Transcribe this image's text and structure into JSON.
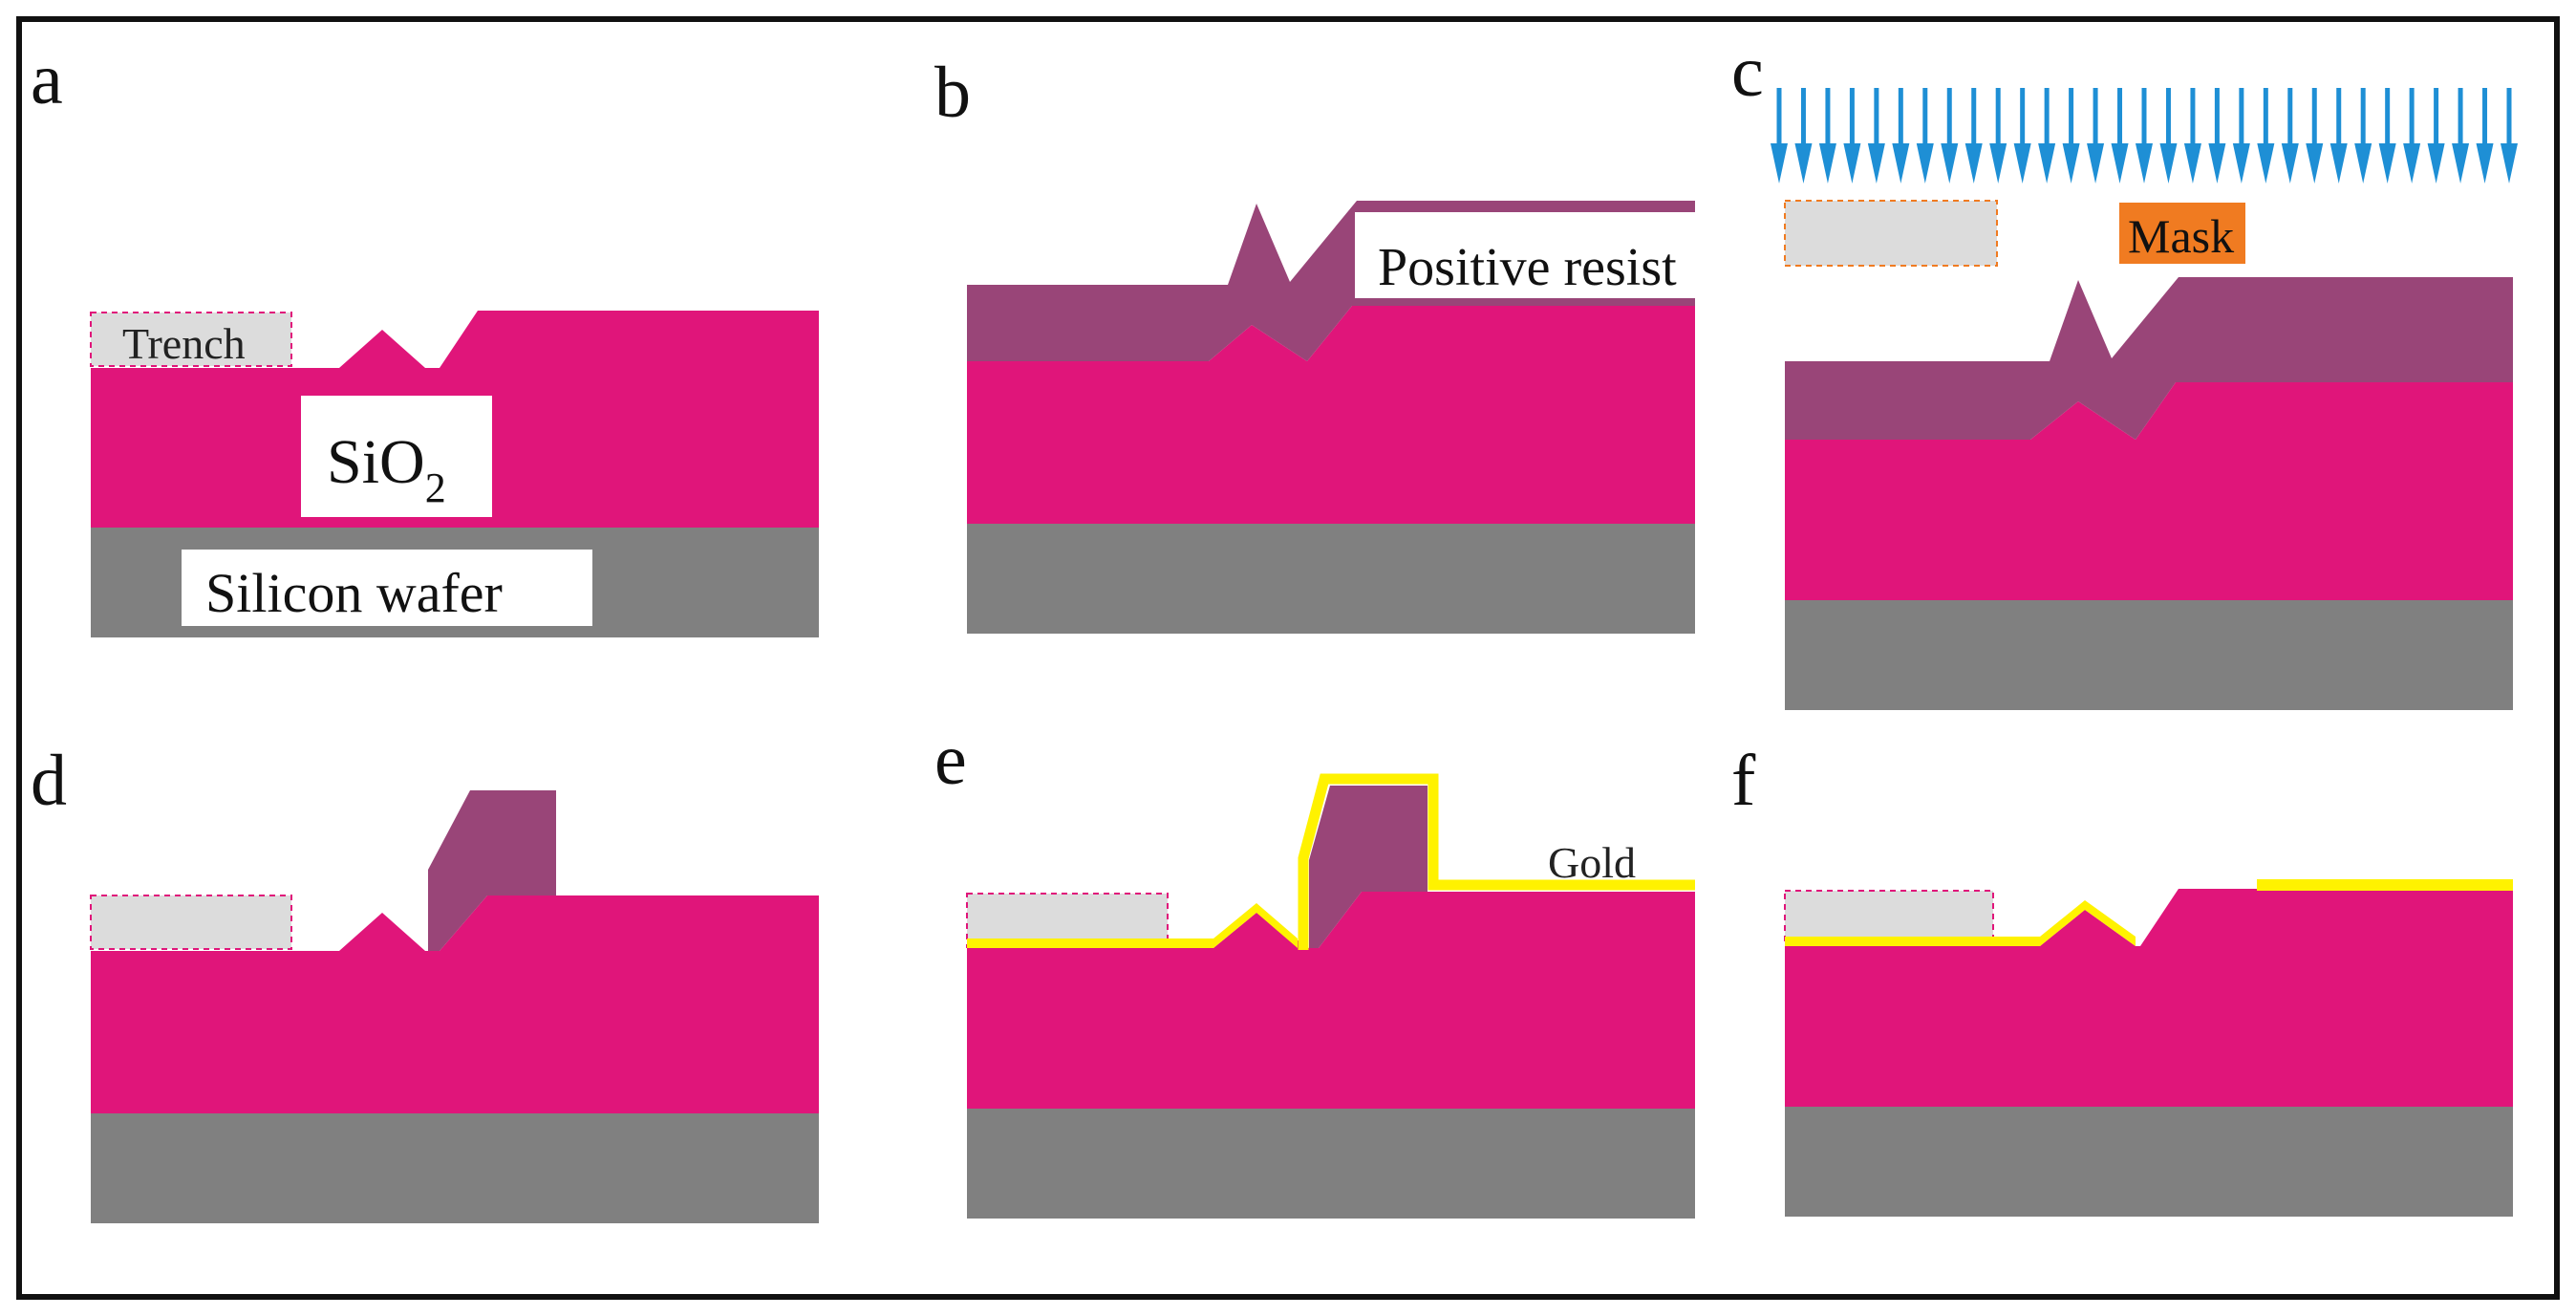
{
  "figure": {
    "panels": [
      {
        "letter": "a"
      },
      {
        "letter": "b"
      },
      {
        "letter": "c"
      },
      {
        "letter": "d"
      },
      {
        "letter": "e"
      },
      {
        "letter": "f"
      }
    ],
    "labels": {
      "trench": "Trench",
      "sio2_main": "SiO",
      "sio2_sub": "2",
      "silicon_wafer": "Silicon wafer",
      "positive_resist": "Positive resist",
      "mask": "Mask",
      "gold": "Gold"
    },
    "colors": {
      "silicon": "#808080",
      "sio2": "#E0157A",
      "resist": "#994578",
      "gold": "#FFF200",
      "trench_fill": "#DCDCDC",
      "mask": "#F07B21",
      "uv_arrows": "#1E8FD5",
      "frame": "#111111"
    },
    "icons": [
      "uv-exposure-arrows"
    ]
  }
}
